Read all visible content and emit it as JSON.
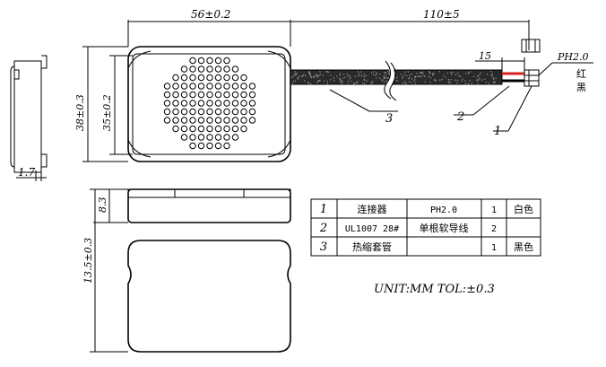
{
  "dimensions": {
    "width_top": "56±0.2",
    "cable_length": "110±5",
    "strip_length": "15",
    "height_outer": "38±0.3",
    "height_inner": "35±0.2",
    "side_thickness": "1.7",
    "profile_depth": "8.3",
    "bottom_height": "13.5±0.3"
  },
  "connector_label": "PH2.0",
  "wire_colors": {
    "red": "红",
    "black": "黑"
  },
  "callouts": [
    "1",
    "2",
    "3"
  ],
  "bom": {
    "rows": [
      {
        "index": "1",
        "name": "连接器",
        "spec": "PH2.0",
        "qty": "1",
        "note": "白色"
      },
      {
        "index": "2",
        "name": "UL1007 28#",
        "spec": "单根软导线",
        "qty": "2",
        "note": ""
      },
      {
        "index": "3",
        "name": "热缩套管",
        "spec": "",
        "qty": "1",
        "note": "黑色"
      }
    ]
  },
  "unit_note": "UNIT:MM TOL:±0.3",
  "colors": {
    "line": "#000000",
    "red_wire": "#d62020",
    "background": "#ffffff"
  }
}
